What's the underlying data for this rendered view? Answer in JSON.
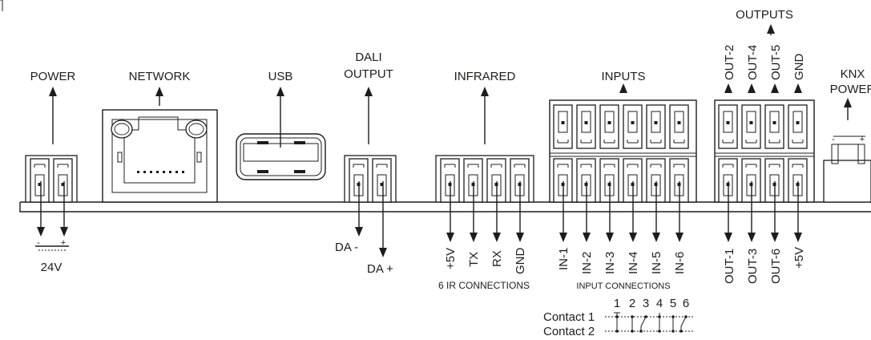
{
  "colors": {
    "ink": "#1d1d1b",
    "background": "#ffffff"
  },
  "top_labels": {
    "power": "POWER",
    "network": "NETWORK",
    "usb": "USB",
    "dali_line1": "DALI",
    "dali_line2": "OUTPUT",
    "infrared": "INFRARED",
    "inputs": "INPUTS",
    "outputs": "OUTPUTS",
    "knx_line1": "KNX",
    "knx_line2": "POWER"
  },
  "power": {
    "minus": "-",
    "plus": "+",
    "voltage": "24V"
  },
  "dali": {
    "minus": "DA -",
    "plus": "DA +"
  },
  "infrared": {
    "pins": [
      "+5V",
      "TX",
      "RX",
      "GND"
    ],
    "caption": "6 IR CONNECTIONS"
  },
  "inputs": {
    "pins": [
      "IN-1",
      "IN-2",
      "IN-3",
      "IN-4",
      "IN-5",
      "IN-6"
    ],
    "caption": "INPUT CONNECTIONS"
  },
  "contacts": {
    "numbers": [
      "1",
      "2",
      "3",
      "4",
      "5",
      "6"
    ],
    "row1": "Contact 1",
    "row2": "Contact 2"
  },
  "outputs": {
    "top_pins": [
      "OUT-2",
      "OUT-4",
      "OUT-5",
      "GND"
    ],
    "bottom_pins": [
      "OUT-1",
      "OUT-3",
      "OUT-6",
      "+5V"
    ]
  },
  "knx": {
    "minus": "-",
    "plus": "+"
  }
}
